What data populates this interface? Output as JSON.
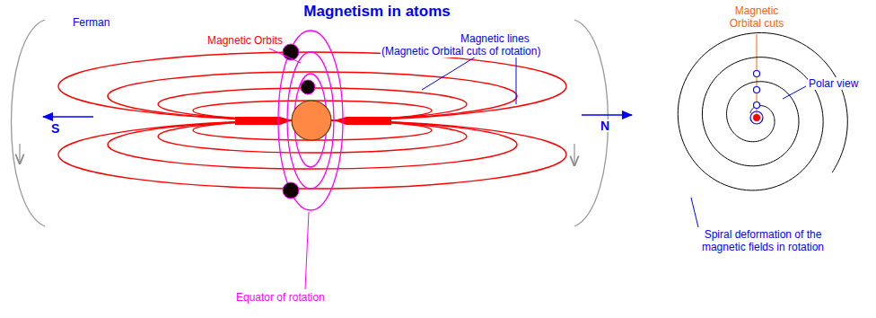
{
  "diagram": {
    "title": "Magnetism in atoms",
    "labels": [
      "Ferman",
      "Magnetic Orbits",
      "Magnetic lines",
      "(Magnetic Orbital cuts of rotation)",
      "S",
      "N",
      "Equator of rotation",
      "Magnetic Orbital cuts",
      "Polar view",
      "Spiral deformation of the magnetic fields in rotation"
    ]
  }
}
